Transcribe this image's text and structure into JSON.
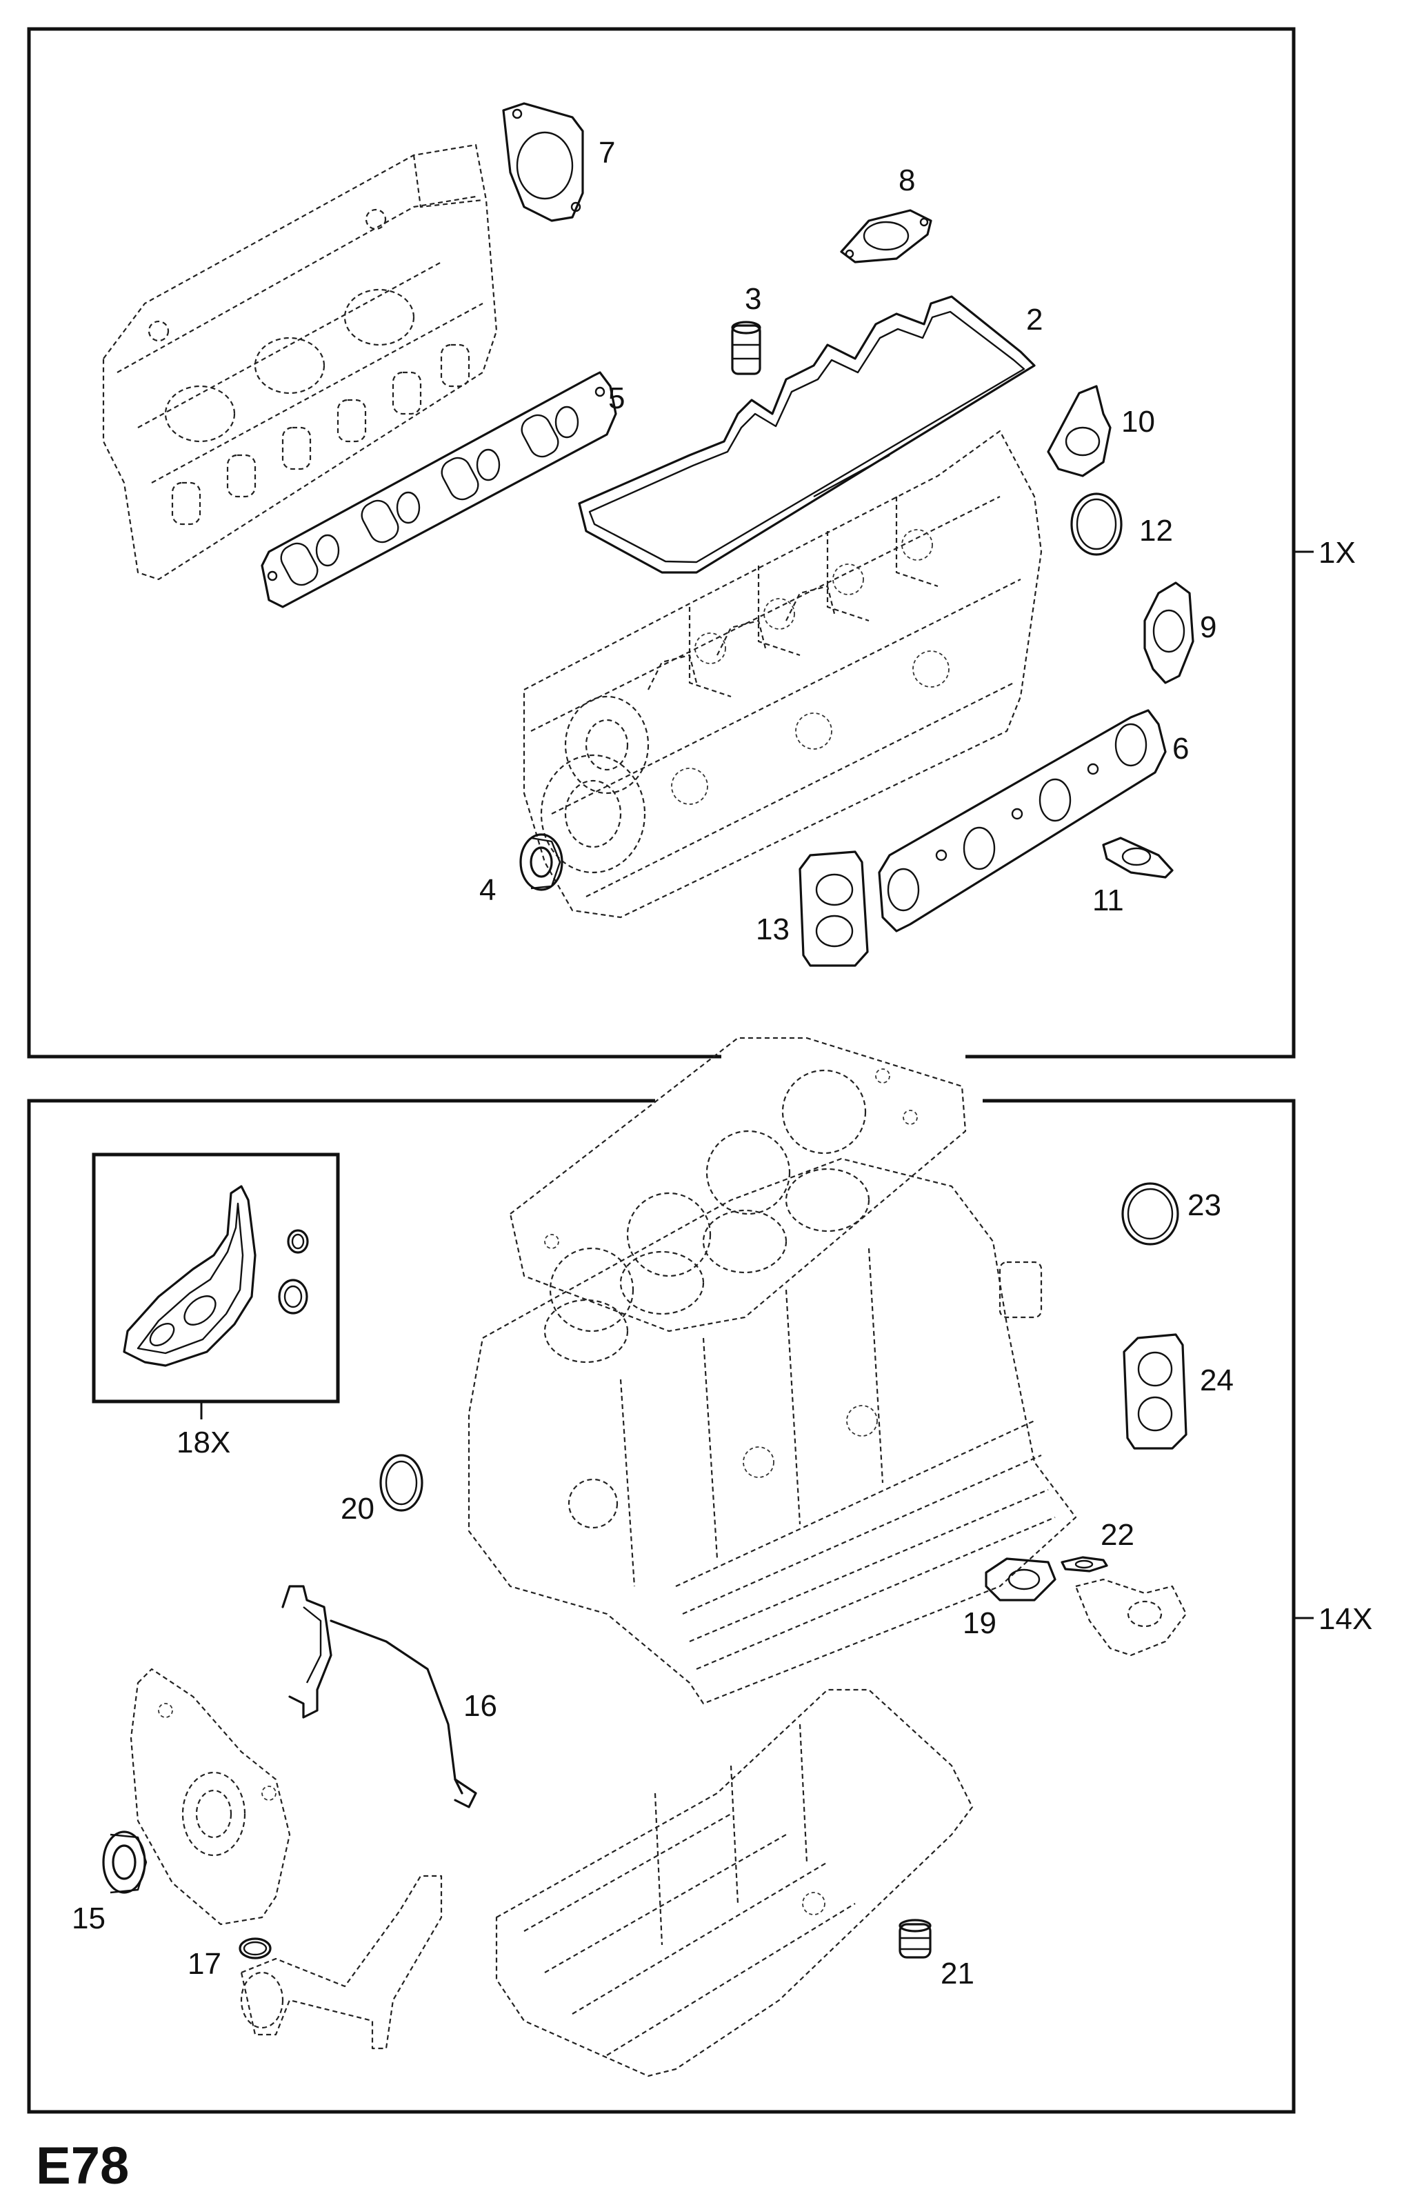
{
  "page_code": "E78",
  "group_labels": {
    "upper_kit": "1X",
    "lower_kit": "14X",
    "inset_kit": "18X"
  },
  "callouts": [
    "2",
    "3",
    "4",
    "5",
    "6",
    "7",
    "8",
    "9",
    "10",
    "11",
    "12",
    "13",
    "15",
    "16",
    "17",
    "19",
    "20",
    "21",
    "22",
    "23",
    "24"
  ]
}
